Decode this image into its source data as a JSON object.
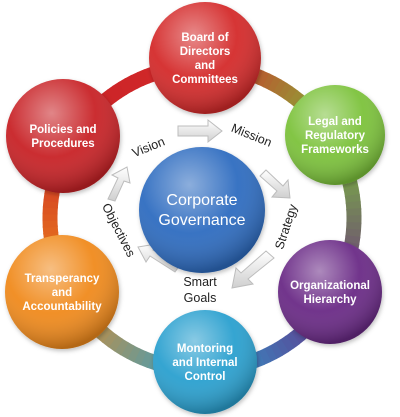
{
  "center": {
    "lines": [
      "Corporate",
      "Governance"
    ],
    "color": "#2f6cc0"
  },
  "ring_color": "#d8d8d8",
  "outer_nodes": [
    {
      "id": "board",
      "lines": [
        "Board of",
        "Directors",
        "and",
        "Committees"
      ],
      "color": "#d42a2a"
    },
    {
      "id": "legal",
      "lines": [
        "Legal and",
        "Regulatory",
        "Frameworks"
      ],
      "color": "#7cc23a"
    },
    {
      "id": "org",
      "lines": [
        "Organizational",
        "Hierarchy"
      ],
      "color": "#6a2c86"
    },
    {
      "id": "monitor",
      "lines": [
        "Montoring",
        "and Internal",
        "Control"
      ],
      "color": "#2aa0cf"
    },
    {
      "id": "transparency",
      "lines": [
        "Transperancy",
        "and",
        "Accountability"
      ],
      "color": "#f08a1c"
    },
    {
      "id": "policies",
      "lines": [
        "Policies and",
        "Procedures"
      ],
      "color": "#c82226"
    }
  ],
  "inner_cycle": {
    "labels": {
      "vision": "Vision",
      "mission": "Mission",
      "strategy": "Strategy",
      "smart_goals": [
        "Smart",
        "Goals"
      ],
      "objectives": "Objectives"
    },
    "arrow_color": "#e6e6e6"
  }
}
